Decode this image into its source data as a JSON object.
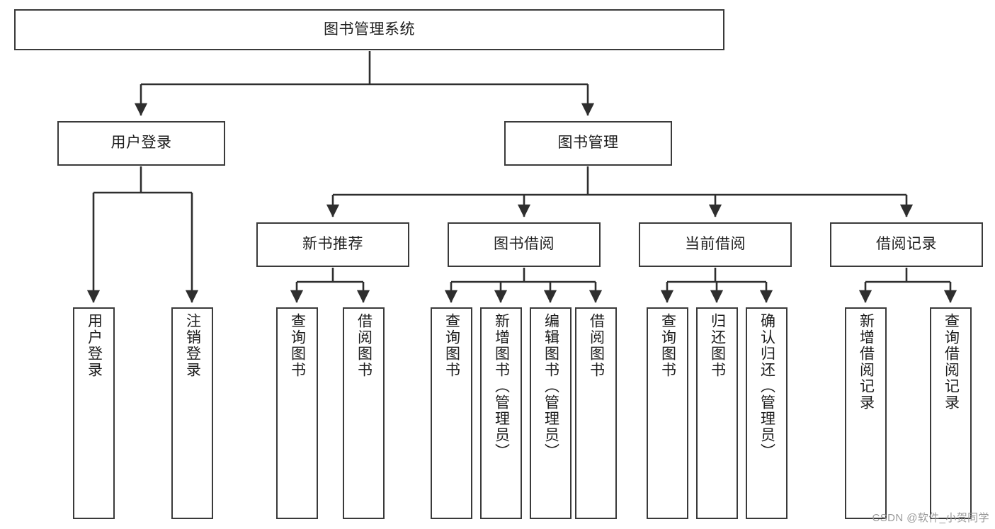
{
  "diagram": {
    "title": "图书管理系统",
    "type": "tree",
    "orientation": "top-down",
    "watermark": "CSDN @软件_小贺同学",
    "colors": {
      "box_border": "#3a3a3a",
      "box_fill": "#ffffff",
      "edge": "#2e2e2e",
      "text": "#1d1d1d",
      "watermark": "#9a9a9a",
      "background": "#ffffff"
    }
  },
  "nodes": {
    "root": {
      "label": "图书管理系统",
      "level": 1
    },
    "level2": [
      {
        "id": "user-login",
        "label": "用户登录",
        "level": 2
      },
      {
        "id": "book-management",
        "label": "图书管理",
        "level": 2
      }
    ],
    "level3": [
      {
        "id": "new-book-recommend",
        "label": "新书推荐",
        "level": 3
      },
      {
        "id": "book-borrow",
        "label": "图书借阅",
        "level": 3
      },
      {
        "id": "current-borrow",
        "label": "当前借阅",
        "level": 3
      },
      {
        "id": "borrow-record",
        "label": "借阅记录",
        "level": 3
      }
    ],
    "leaves": {
      "user-login": [
        {
          "id": "leaf-user-login",
          "label": "用户登录"
        },
        {
          "id": "leaf-user-logout",
          "label": "注销登录"
        }
      ],
      "new-book-recommend": [
        {
          "id": "leaf-query-book-1",
          "label": "查询图书"
        },
        {
          "id": "leaf-borrow-book-1",
          "label": "借阅图书"
        }
      ],
      "book-borrow": [
        {
          "id": "leaf-query-book-2",
          "label": "查询图书"
        },
        {
          "id": "leaf-add-book",
          "label": "新增图书（管理员）"
        },
        {
          "id": "leaf-edit-book",
          "label": "编辑图书（管理员）"
        },
        {
          "id": "leaf-borrow-book-2",
          "label": "借阅图书"
        }
      ],
      "current-borrow": [
        {
          "id": "leaf-query-book-3",
          "label": "查询图书"
        },
        {
          "id": "leaf-return-book",
          "label": "归还图书"
        },
        {
          "id": "leaf-confirm-return",
          "label": "确认归还（管理员）"
        }
      ],
      "borrow-record": [
        {
          "id": "leaf-add-record",
          "label": "新增借阅记录"
        },
        {
          "id": "leaf-query-record",
          "label": "查询借阅记录"
        }
      ]
    }
  }
}
